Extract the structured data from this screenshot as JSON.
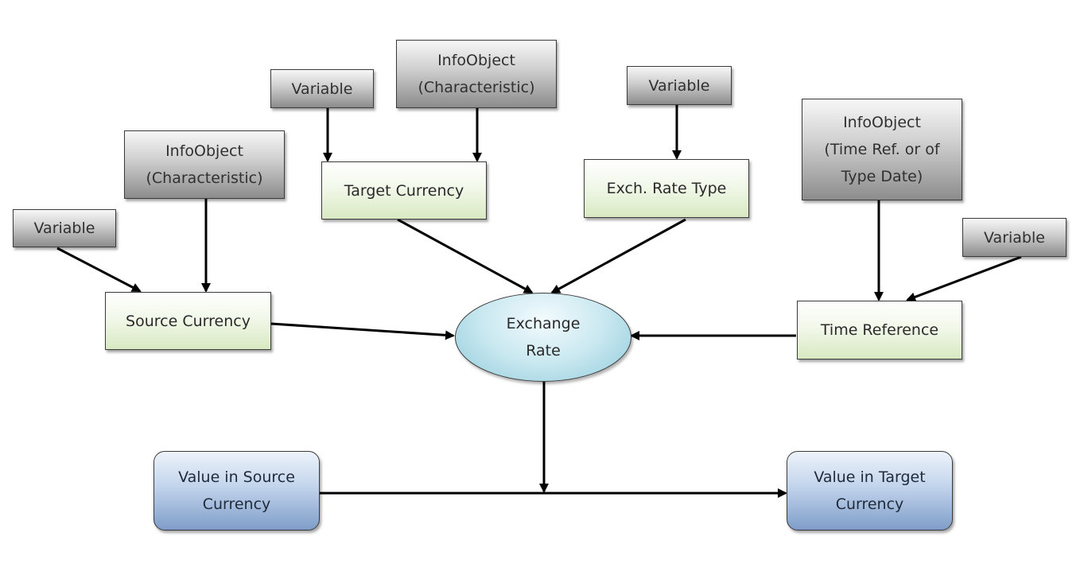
{
  "nodes": {
    "variable_source": {
      "lines": [
        "Variable"
      ]
    },
    "infoobject_source": {
      "lines": [
        "InfoObject",
        "(Characteristic)"
      ]
    },
    "source_currency": {
      "lines": [
        "Source Currency"
      ]
    },
    "variable_target": {
      "lines": [
        "Variable"
      ]
    },
    "infoobject_target": {
      "lines": [
        "InfoObject",
        "(Characteristic)"
      ]
    },
    "target_currency": {
      "lines": [
        "Target Currency"
      ]
    },
    "variable_rate_type": {
      "lines": [
        "Variable"
      ]
    },
    "exch_rate_type": {
      "lines": [
        "Exch. Rate Type"
      ]
    },
    "infoobject_time": {
      "lines": [
        "InfoObject",
        "(Time Ref. or of",
        "Type Date)"
      ]
    },
    "variable_time": {
      "lines": [
        "Variable"
      ]
    },
    "time_reference": {
      "lines": [
        "Time Reference"
      ]
    },
    "exchange_rate": {
      "lines": [
        "Exchange",
        "Rate"
      ]
    },
    "value_source": {
      "lines": [
        "Value in Source",
        "Currency"
      ]
    },
    "value_target": {
      "lines": [
        "Value in Target",
        "Currency"
      ]
    }
  },
  "colors": {
    "line": "#000000",
    "gray_box": "#a6a6a6",
    "green_box": "#e4f0d4",
    "blue_box": "#a9c1e2",
    "ellipse": "#b7e0ea"
  }
}
